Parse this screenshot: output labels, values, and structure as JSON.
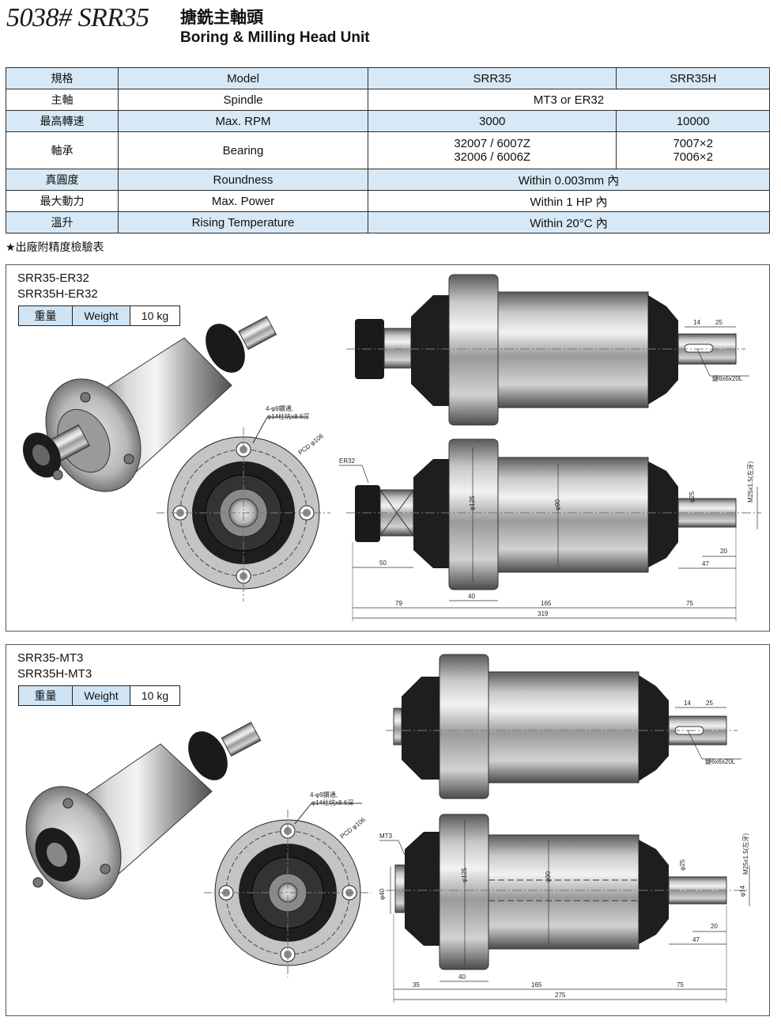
{
  "header": {
    "code": "5038# SRR35",
    "title_zh": "搪銑主軸頭",
    "title_en": "Boring & Milling Head Unit"
  },
  "spec_table": {
    "rows": [
      {
        "zh": "規格",
        "en": "Model",
        "srr35": "SRR35",
        "srr35h": "SRR35H"
      },
      {
        "zh": "主軸",
        "en": "Spindle",
        "both": "MT3 or ER32"
      },
      {
        "zh": "最高轉速",
        "en": "Max. RPM",
        "srr35": "3000",
        "srr35h": "10000"
      },
      {
        "zh": "軸承",
        "en": "Bearing",
        "srr35": "32007 / 6007Z",
        "srr35_2": "32006 / 6006Z",
        "srr35h": "7007×2",
        "srr35h_2": "7006×2"
      },
      {
        "zh": "真圓度",
        "en": "Roundness",
        "both": "Within 0.003mm 內"
      },
      {
        "zh": "最大動力",
        "en": "Max. Power",
        "both": "Within 1 HP 內"
      },
      {
        "zh": "溫升",
        "en": "Rising Temperature",
        "both": "Within 20°C 內"
      }
    ]
  },
  "note": "★出廠附精度檢驗表",
  "panels": [
    {
      "name1": "SRR35-ER32",
      "name2": "SRR35H-ER32",
      "weight_zh": "重量",
      "weight_en": "Weight",
      "weight_val": "10 kg",
      "holes_1": "4-φ9鑽通,",
      "holes_2": "φ14柱坑x8.6深",
      "pcd": "PCD φ106",
      "tool_label": "ER32",
      "key_label": "鍵6x6x20L",
      "thread_label": "M25x1.5(左牙)",
      "d125": "φ125",
      "d90": "φ90",
      "d25": "φ25",
      "dims": {
        "k14": "14",
        "k25": "25",
        "a50": "50",
        "b40": "40",
        "c79": "79",
        "d165": "165",
        "e75": "75",
        "f319": "319",
        "g20": "20",
        "h47": "47"
      }
    },
    {
      "name1": "SRR35-MT3",
      "name2": "SRR35H-MT3",
      "weight_zh": "重量",
      "weight_en": "Weight",
      "weight_val": "10 kg",
      "holes_1": "4-φ9鑽通,",
      "holes_2": "φ14柱坑x8.6深",
      "pcd": "PCD φ106",
      "tool_label": "MT3",
      "key_label": "鍵6x6x20L",
      "thread_label": "M25x1.5(左牙)",
      "d125": "φ125",
      "d90": "φ90",
      "d25": "φ25",
      "d40": "φ40",
      "d14": "φ14",
      "dims": {
        "k14": "14",
        "k25": "25",
        "b40": "40",
        "a35": "35",
        "d165": "165",
        "e75": "75",
        "f275": "275",
        "g20": "20",
        "h47": "47"
      }
    }
  ]
}
